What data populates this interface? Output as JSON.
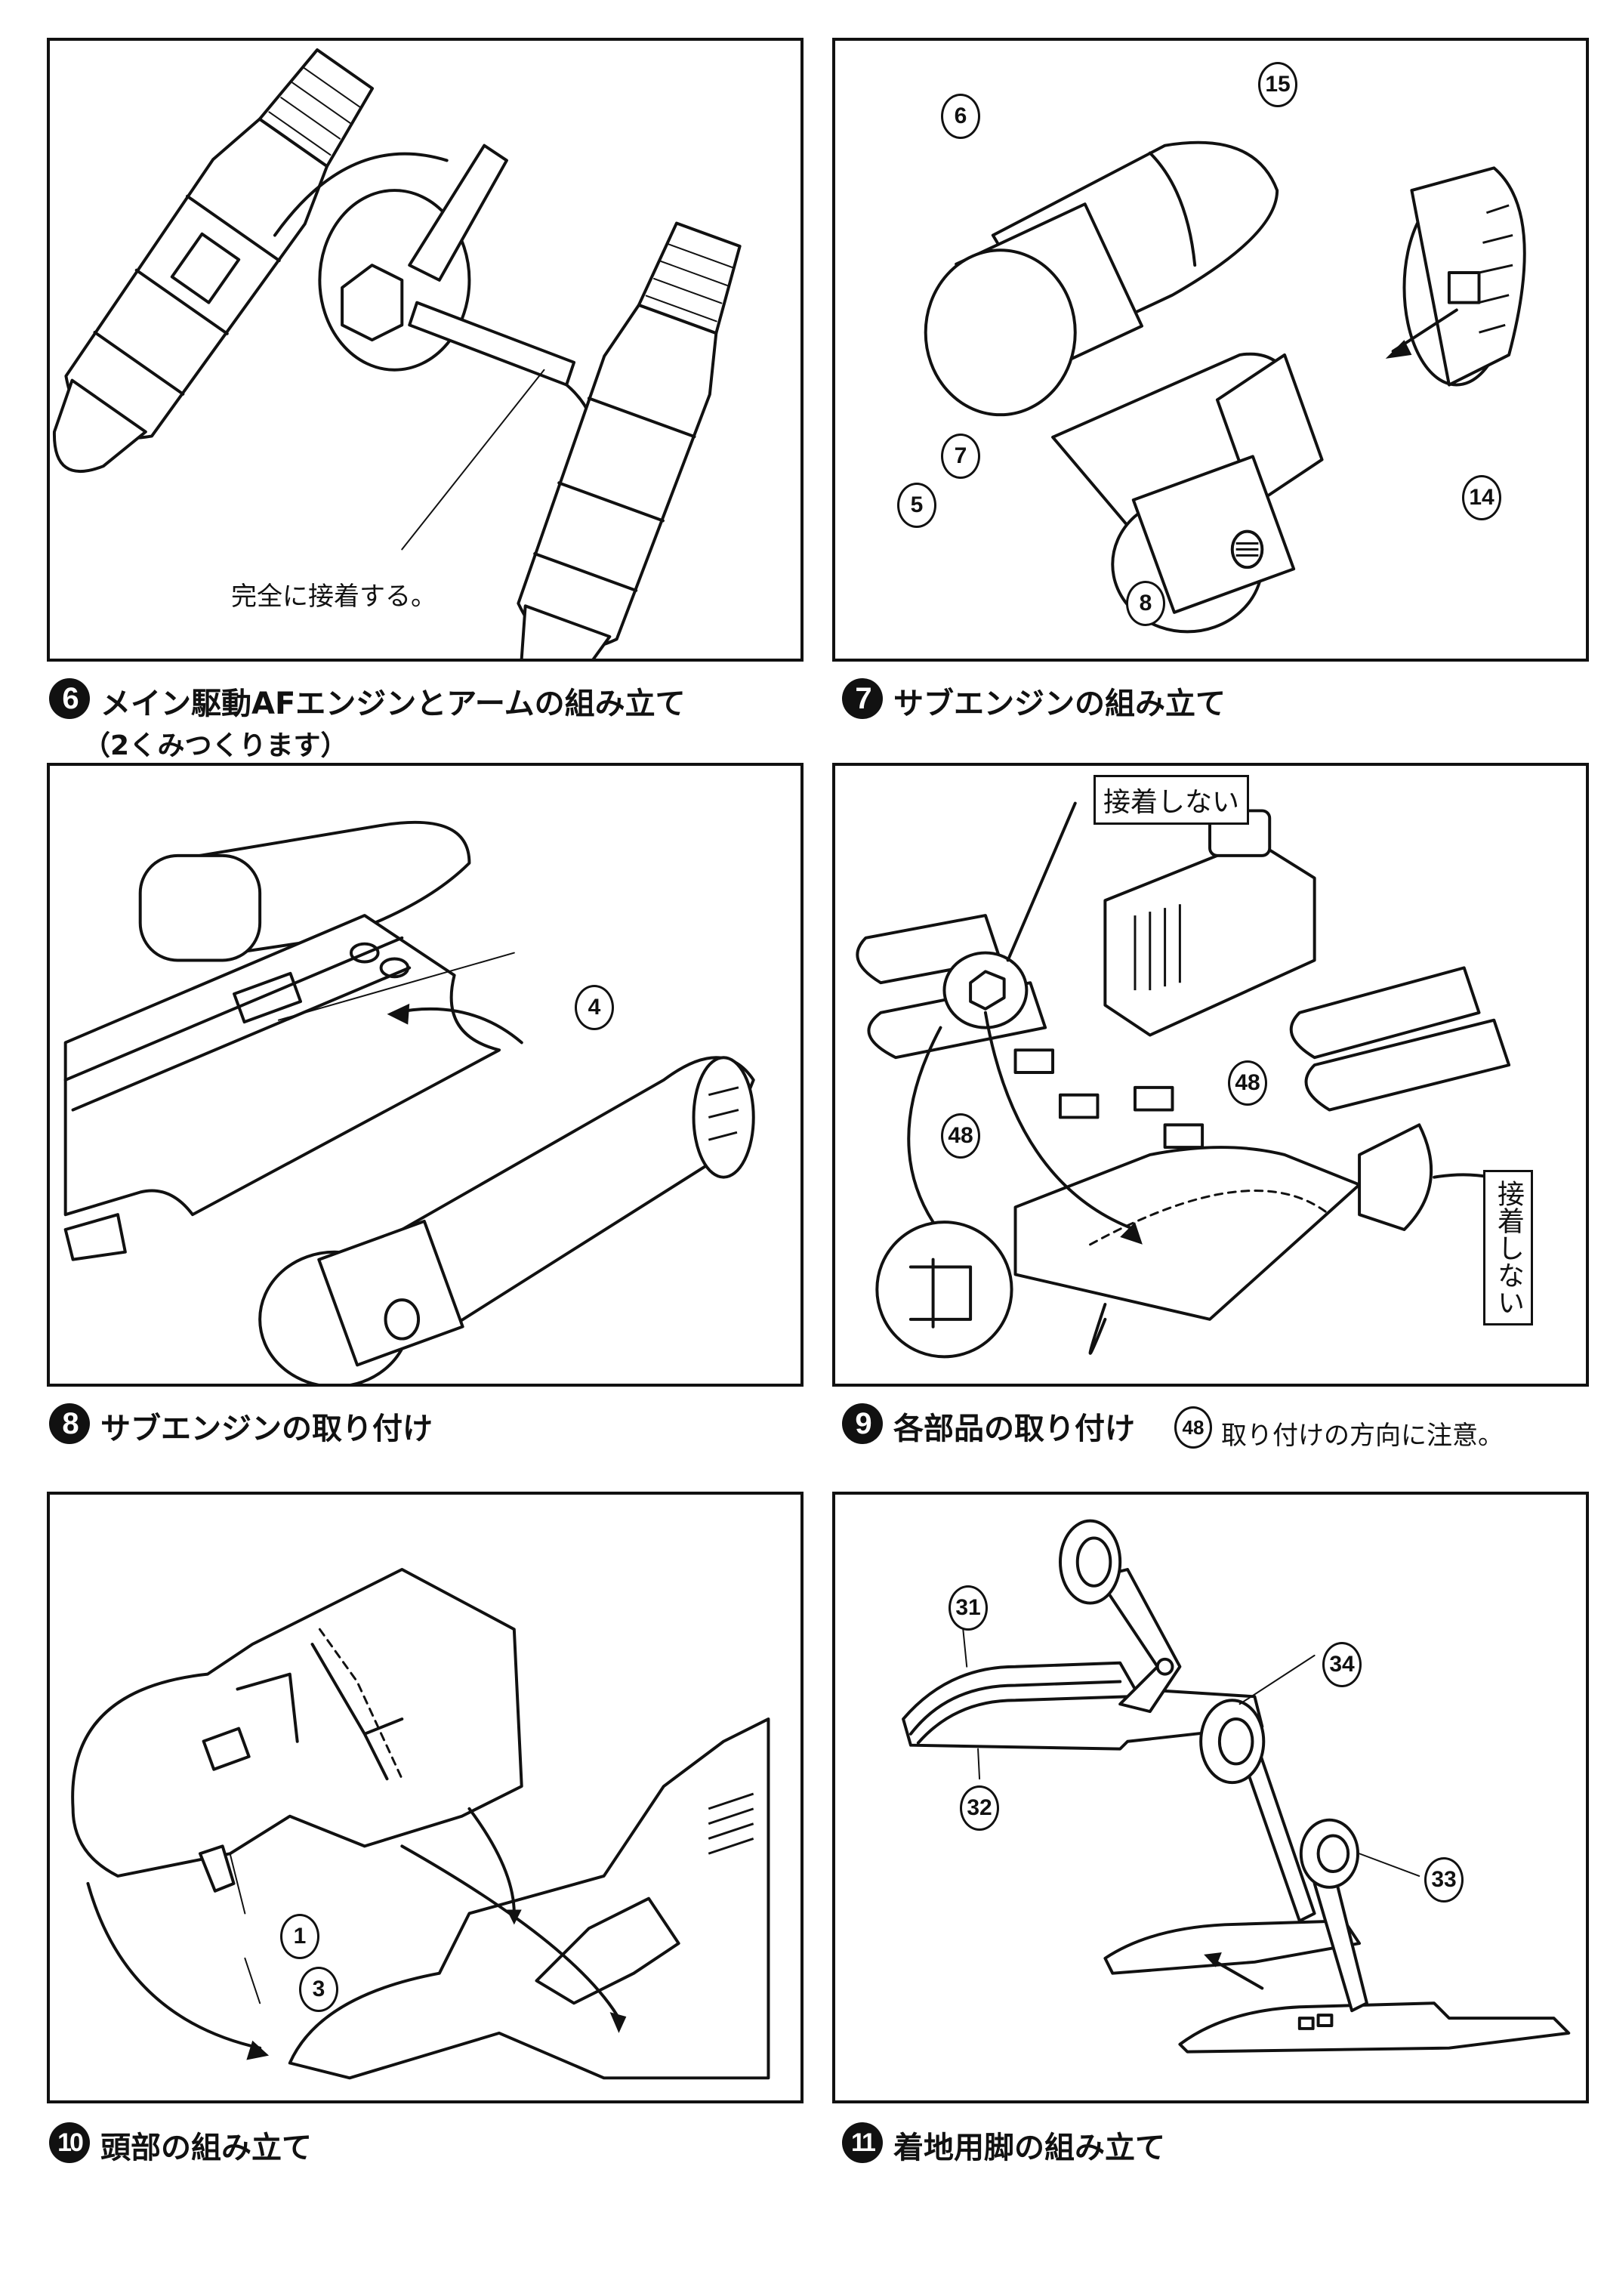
{
  "steps": [
    {
      "number": "6",
      "title": "メイン駆動AFエンジンとアームの組み立て",
      "subtitle": "（2くみつくります）",
      "annotation": "完全に接着する。",
      "labels": []
    },
    {
      "number": "7",
      "title": "サブエンジンの組み立て",
      "labels": [
        "15",
        "6",
        "7",
        "14",
        "5",
        "8"
      ]
    },
    {
      "number": "8",
      "title": "サブエンジンの取り付け",
      "labels": [
        "4"
      ]
    },
    {
      "number": "9",
      "title": "各部品の取り付け",
      "note_part": "48",
      "note_text": "取り付けの方向に注意。",
      "callout_top": "接着しない",
      "callout_side": "接着しない",
      "labels": [
        "48",
        "48"
      ]
    },
    {
      "number": "10",
      "title": "頭部の組み立て",
      "labels": [
        "1",
        "3"
      ]
    },
    {
      "number": "11",
      "title": "着地用脚の組み立て",
      "labels": [
        "31",
        "32",
        "34",
        "33"
      ]
    }
  ]
}
